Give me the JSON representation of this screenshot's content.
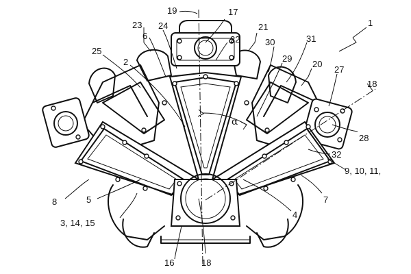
{
  "figure": {
    "reference_numerals": {
      "n1": "1",
      "n2": "2",
      "n4": "4",
      "n5": "5",
      "n6": "6",
      "n7": "7",
      "n8": "8",
      "n16": "16",
      "n17": "17",
      "n18_bottom": "18",
      "n18_axis": "18",
      "n19": "19",
      "n20": "20",
      "n21": "21",
      "n22": "22",
      "n23": "23",
      "n24": "24",
      "n25": "25",
      "n27": "27",
      "n28": "28",
      "n29": "29",
      "n30": "30",
      "n31": "31",
      "n32": "32",
      "n3_14_15": "3, 14, 15",
      "n9_10_11": "9, 10, 11,"
    },
    "angle_symbol": "α"
  }
}
